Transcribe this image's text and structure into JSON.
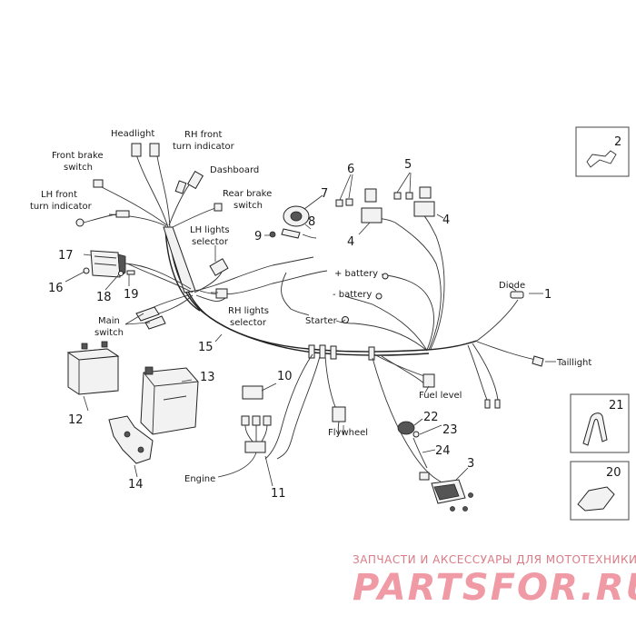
{
  "labels": {
    "headlight": "Headlight",
    "rh_front_turn_1": "RH front",
    "rh_front_turn_2": "turn indicator",
    "front_brake_1": "Front brake",
    "front_brake_2": "switch",
    "dashboard": "Dashboard",
    "lh_front_turn_1": "LH front",
    "lh_front_turn_2": "turn indicator",
    "rear_brake_1": "Rear brake",
    "rear_brake_2": "switch",
    "lh_lights_1": "LH lights",
    "lh_lights_2": "selector",
    "rh_lights_1": "RH lights",
    "rh_lights_2": "selector",
    "main_switch_1": "Main",
    "main_switch_2": "switch",
    "plus_battery": "+ battery",
    "minus_battery": "- battery",
    "starter": "Starter",
    "diode": "Diode",
    "taillight": "Taillight",
    "fuel_level": "Fuel level",
    "flywheel": "Flywheel",
    "engine": "Engine"
  },
  "numbers": {
    "n1": "1",
    "n2": "2",
    "n3": "3",
    "n4a": "4",
    "n4b": "4",
    "n5": "5",
    "n6": "6",
    "n7": "7",
    "n8": "8",
    "n9": "9",
    "n10": "10",
    "n11": "11",
    "n12": "12",
    "n13": "13",
    "n14": "14",
    "n15": "15",
    "n16": "16",
    "n17": "17",
    "n18": "18",
    "n19": "19",
    "n20": "20",
    "n21": "21",
    "n22": "22",
    "n23": "23",
    "n24": "24"
  },
  "watermark": {
    "tagline": "ЗАПЧАСТИ И АКСЕССУАРЫ ДЛЯ МОТОТЕХНИКИ",
    "brand": "PARTSFOR.RU"
  }
}
